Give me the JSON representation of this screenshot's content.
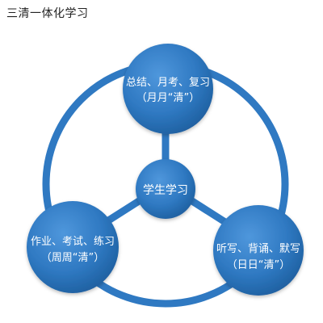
{
  "title": "三清一体化学习",
  "colors": {
    "ring": "#2f79c2",
    "node": "#2f79c2",
    "text": "#ffffff"
  },
  "nodes": {
    "center": {
      "label": "学生学习"
    },
    "top": {
      "line1": "总结、月考、复习",
      "line2": "（月月“清”）"
    },
    "left": {
      "line1": "作业、考试、练习",
      "line2": "（周周“清”）"
    },
    "right": {
      "line1": "听写、背诵、默写",
      "line2": "（日日“清”）"
    }
  }
}
